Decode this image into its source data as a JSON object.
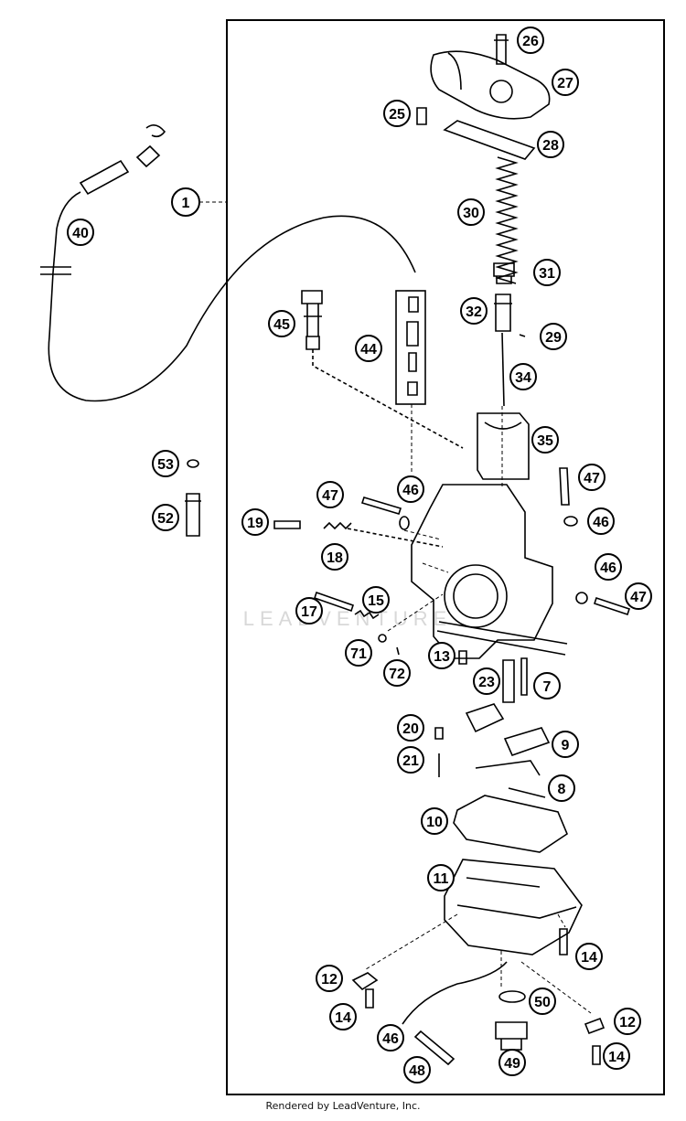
{
  "diagram": {
    "parts": [
      {
        "id": "p1",
        "label": "1"
      },
      {
        "id": "p26",
        "label": "26"
      },
      {
        "id": "p27",
        "label": "27"
      },
      {
        "id": "p25",
        "label": "25"
      },
      {
        "id": "p28",
        "label": "28"
      },
      {
        "id": "p30",
        "label": "30"
      },
      {
        "id": "p31",
        "label": "31"
      },
      {
        "id": "p32",
        "label": "32"
      },
      {
        "id": "p29",
        "label": "29"
      },
      {
        "id": "p34",
        "label": "34"
      },
      {
        "id": "p35",
        "label": "35"
      },
      {
        "id": "p40",
        "label": "40"
      },
      {
        "id": "p45",
        "label": "45"
      },
      {
        "id": "p44",
        "label": "44"
      },
      {
        "id": "p53",
        "label": "53"
      },
      {
        "id": "p52",
        "label": "52"
      },
      {
        "id": "p47a",
        "label": "47"
      },
      {
        "id": "p46a",
        "label": "46"
      },
      {
        "id": "p47b",
        "label": "47"
      },
      {
        "id": "p46b",
        "label": "46"
      },
      {
        "id": "p19",
        "label": "19"
      },
      {
        "id": "p18",
        "label": "18"
      },
      {
        "id": "p46c",
        "label": "46"
      },
      {
        "id": "p47c",
        "label": "47"
      },
      {
        "id": "p17",
        "label": "17"
      },
      {
        "id": "p15",
        "label": "15"
      },
      {
        "id": "p71",
        "label": "71"
      },
      {
        "id": "p72",
        "label": "72"
      },
      {
        "id": "p13",
        "label": "13"
      },
      {
        "id": "p23",
        "label": "23"
      },
      {
        "id": "p7",
        "label": "7"
      },
      {
        "id": "p20",
        "label": "20"
      },
      {
        "id": "p9",
        "label": "9"
      },
      {
        "id": "p21",
        "label": "21"
      },
      {
        "id": "p8",
        "label": "8"
      },
      {
        "id": "p10",
        "label": "10"
      },
      {
        "id": "p11",
        "label": "11"
      },
      {
        "id": "p14a",
        "label": "14"
      },
      {
        "id": "p12a",
        "label": "12"
      },
      {
        "id": "p14b",
        "label": "14"
      },
      {
        "id": "p50",
        "label": "50"
      },
      {
        "id": "p12b",
        "label": "12"
      },
      {
        "id": "p46d",
        "label": "46"
      },
      {
        "id": "p48",
        "label": "48"
      },
      {
        "id": "p49",
        "label": "49"
      },
      {
        "id": "p14c",
        "label": "14"
      }
    ]
  },
  "watermark": "LEADVENTURE",
  "footer": {
    "text": "Rendered by LeadVenture, Inc."
  }
}
